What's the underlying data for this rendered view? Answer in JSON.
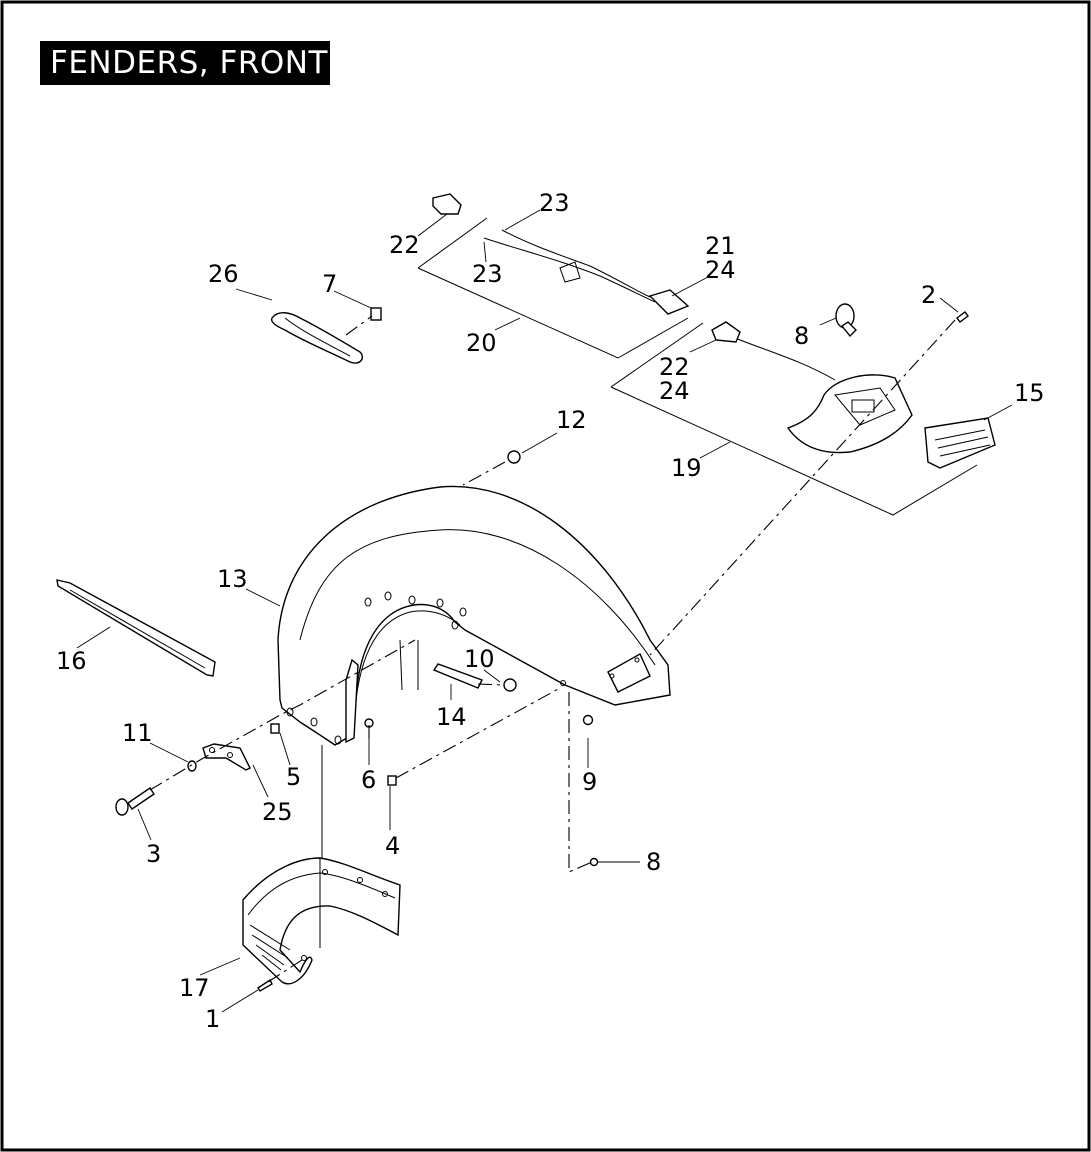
{
  "title": "FENDERS, FRONT",
  "callouts": {
    "c1": "1",
    "c2": "2",
    "c3": "3",
    "c4": "4",
    "c5": "5",
    "c6": "6",
    "c7": "7",
    "c8a": "8",
    "c8b": "8",
    "c9": "9",
    "c10": "10",
    "c11": "11",
    "c12": "12",
    "c13": "13",
    "c14": "14",
    "c15": "15",
    "c16": "16",
    "c17": "17",
    "c19": "19",
    "c20": "20",
    "c21": "21",
    "c22a": "22",
    "c22b": "22",
    "c23a": "23",
    "c23b": "23",
    "c24a": "24",
    "c24b": "24",
    "c25": "25",
    "c26": "26"
  }
}
